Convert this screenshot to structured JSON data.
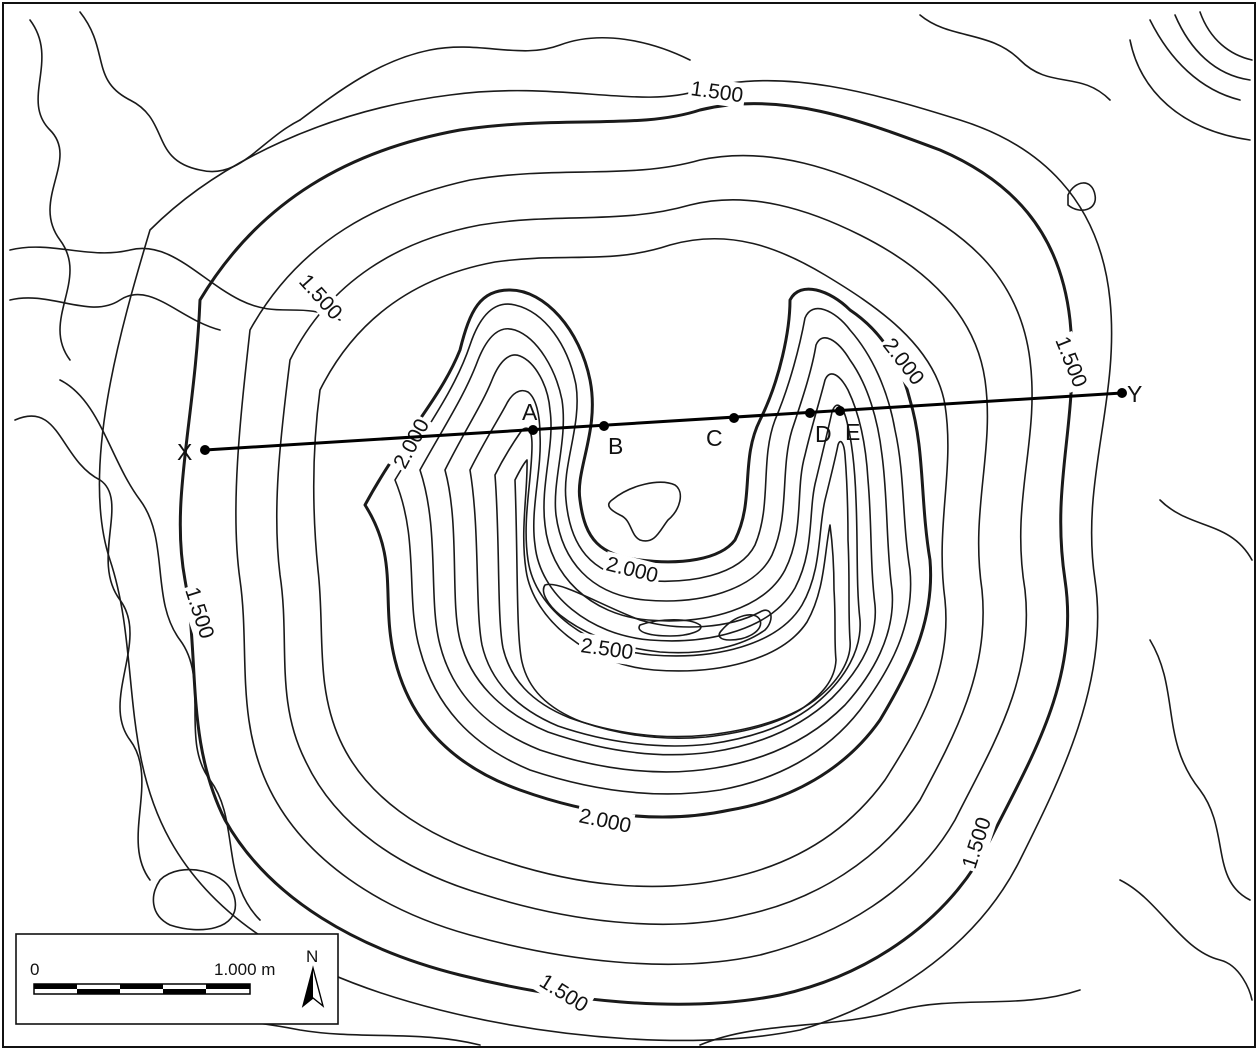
{
  "contour_labels": {
    "l1": "1.500",
    "l2": "1.500",
    "l3": "1.500",
    "l4": "1.500",
    "l5": "1.500",
    "l6": "1.500",
    "l7": "2.000",
    "l8": "2.000",
    "l9": "2.000",
    "l10": "2.000",
    "l11": "2.500"
  },
  "profile": {
    "start": "X",
    "end": "Y",
    "points": [
      "A",
      "B",
      "C",
      "D",
      "E"
    ]
  },
  "scale_bar": {
    "start_label": "0",
    "end_label": "1.000 m"
  },
  "north_arrow": {
    "label": "N"
  }
}
